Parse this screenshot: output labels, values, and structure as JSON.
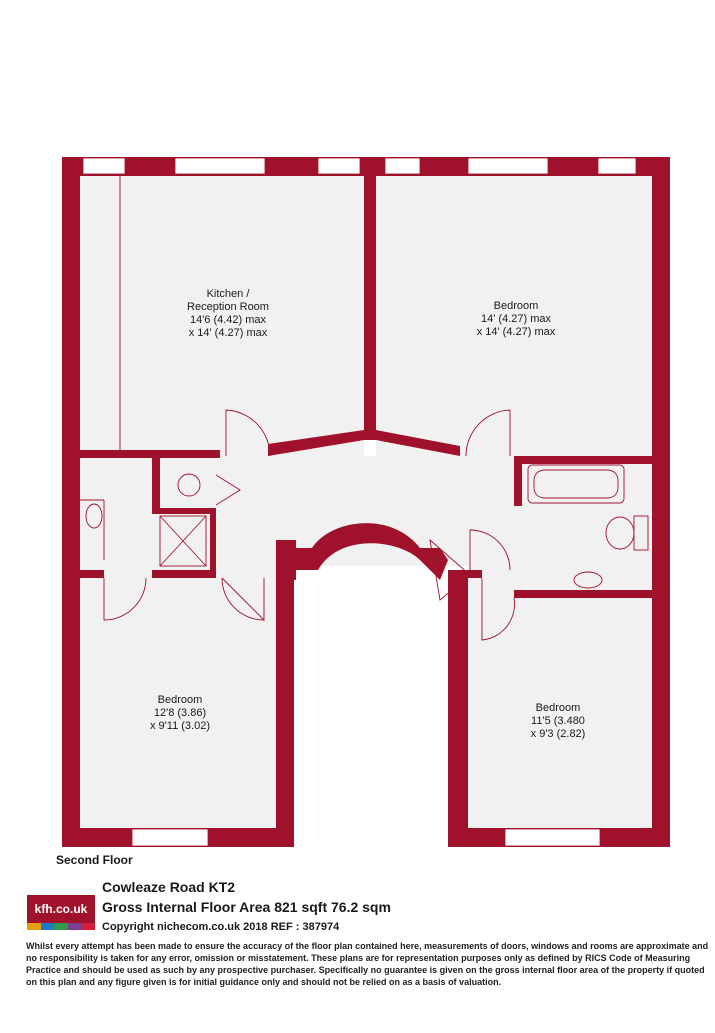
{
  "rooms": {
    "kitchen": {
      "line1": "Kitchen /",
      "line2": "Reception Room",
      "line3": "14'6 (4.42) max",
      "line4": "x 14' (4.27) max"
    },
    "bedroom_top_right": {
      "line1": "Bedroom",
      "line2": "14' (4.27) max",
      "line3": "x 14' (4.27) max"
    },
    "bedroom_bottom_left": {
      "line1": "Bedroom",
      "line2": "12'8 (3.86)",
      "line3": "x 9'11 (3.02)"
    },
    "bedroom_bottom_right": {
      "line1": "Bedroom",
      "line2": "11'5 (3.480",
      "line3": "x 9'3 (2.82)"
    }
  },
  "floor_label": "Second Floor",
  "address": "Cowleaze Road KT2",
  "area": "Gross Internal Floor Area 821 sqft 76.2 sqm",
  "copyright": "Copyright nichecom.co.uk 2018 REF : 387974",
  "disclaimer": "Whilst every attempt has been made to ensure the accuracy of the floor plan contained here, measurements of doors, windows and rooms are approximate and no responsibility is taken for any error, omission or misstatement.  These plans are for representation purposes only as defined by RICS Code of Measuring Practice and should be used as such by any prospective purchaser.  Specifically no guarantee is given on the gross internal floor area of the property if quoted on this plan and any figure given is for initial guidance only and should not be relied on as a basis of valuation.",
  "logo": {
    "text": "kfh.co.uk",
    "strip_colors": [
      "#e3a008",
      "#1d7bc4",
      "#2e9b48",
      "#7b3f98",
      "#d21f3c"
    ]
  },
  "colors": {
    "wall": "#a0122b",
    "floor": "#f1f1f2",
    "line": "#a0122b"
  }
}
